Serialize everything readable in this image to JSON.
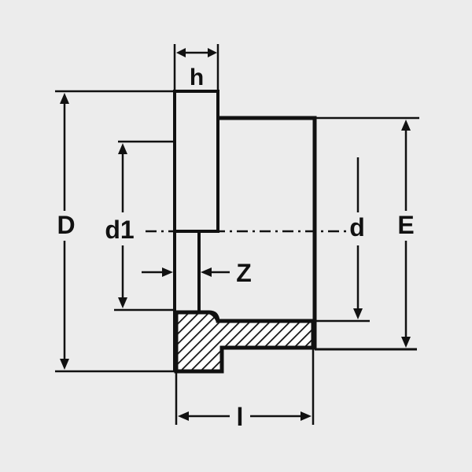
{
  "diagram": {
    "labels": {
      "h": "h",
      "D": "D",
      "d1": "d1",
      "d": "d",
      "E": "E",
      "Z": "Z",
      "l": "l"
    },
    "colors": {
      "background": "#ececec",
      "ink": "#111111"
    }
  }
}
